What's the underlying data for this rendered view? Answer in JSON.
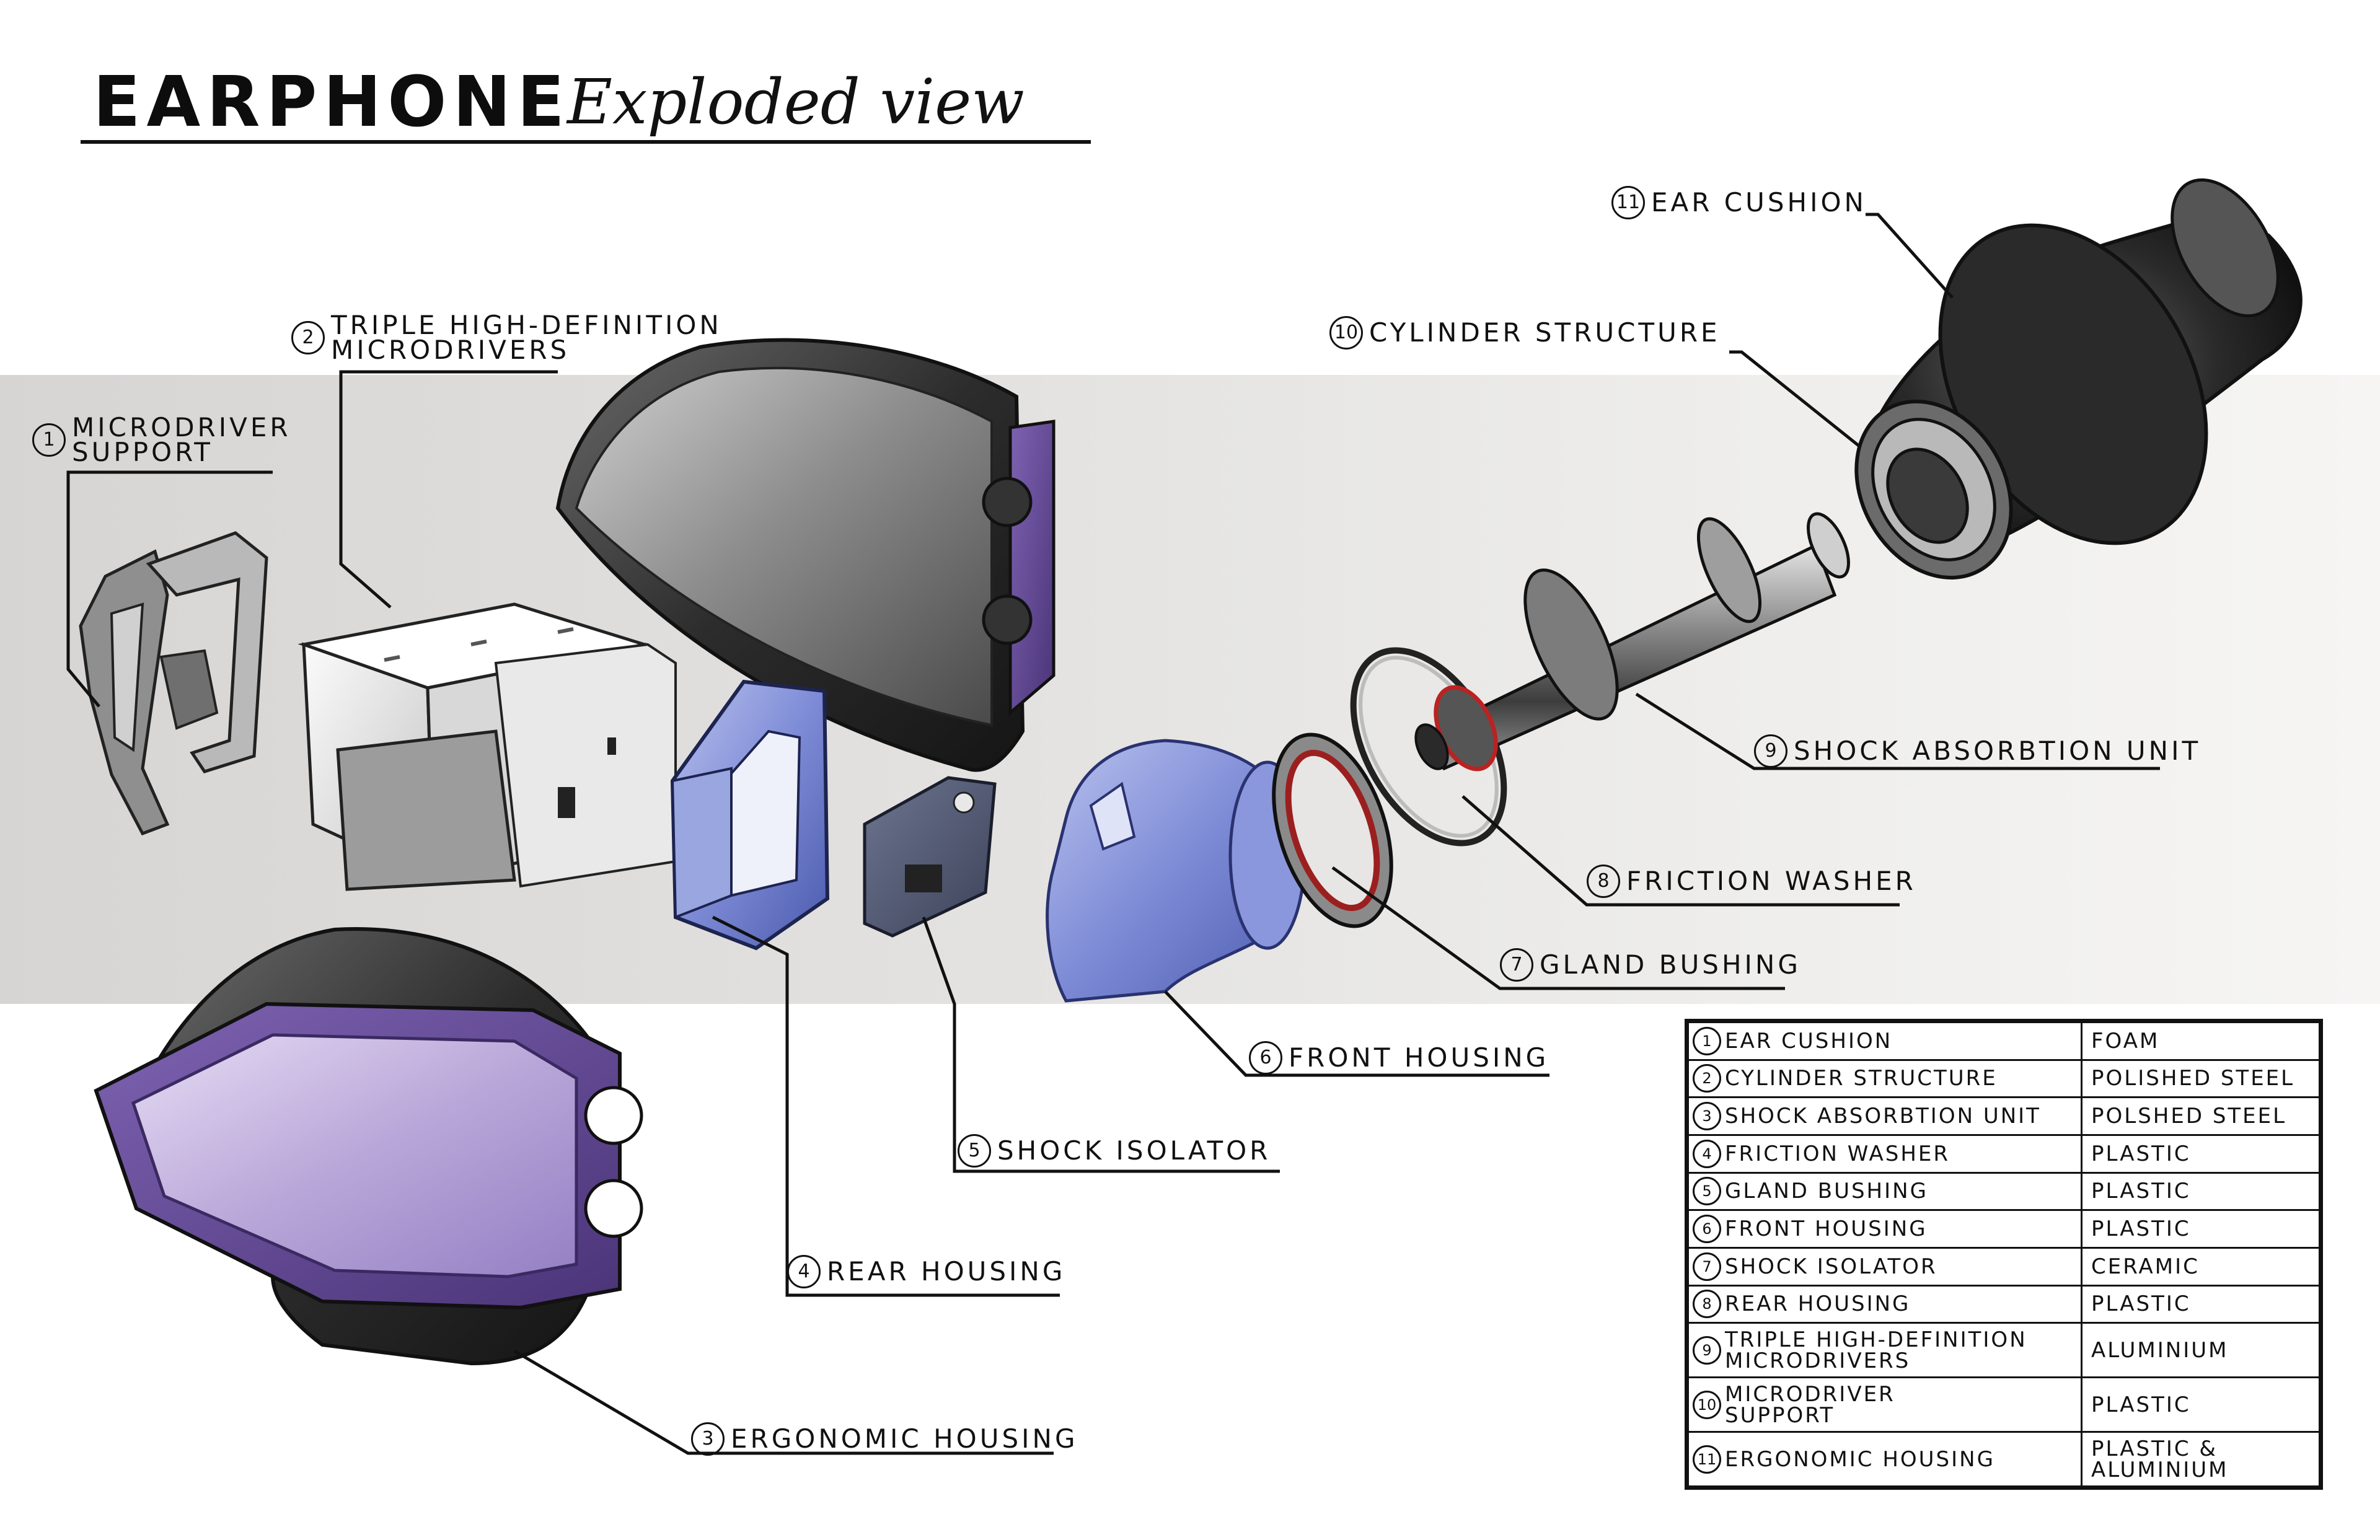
{
  "title": {
    "main": "EARPHONE",
    "sub": "Exploded view"
  },
  "callouts": [
    {
      "num": "1",
      "label": "MICRODRIVER\nSUPPORT"
    },
    {
      "num": "2",
      "label": "TRIPLE HIGH-DEFINITION\nMICRODRIVERS"
    },
    {
      "num": "3",
      "label": "ERGONOMIC HOUSING"
    },
    {
      "num": "4",
      "label": "REAR HOUSING"
    },
    {
      "num": "5",
      "label": "SHOCK ISOLATOR"
    },
    {
      "num": "6",
      "label": "FRONT HOUSING"
    },
    {
      "num": "7",
      "label": "GLAND BUSHING"
    },
    {
      "num": "8",
      "label": "FRICTION WASHER"
    },
    {
      "num": "9",
      "label": "SHOCK ABSORBTION UNIT"
    },
    {
      "num": "10",
      "label": "CYLINDER STRUCTURE"
    },
    {
      "num": "11",
      "label": "EAR CUSHION"
    }
  ],
  "legend": [
    {
      "num": "1",
      "part": "EAR CUSHION",
      "material": "FOAM"
    },
    {
      "num": "2",
      "part": "CYLINDER STRUCTURE",
      "material": "POLISHED STEEL"
    },
    {
      "num": "3",
      "part": "SHOCK ABSORBTION UNIT",
      "material": "POLSHED STEEL"
    },
    {
      "num": "4",
      "part": "FRICTION WASHER",
      "material": "PLASTIC"
    },
    {
      "num": "5",
      "part": "GLAND BUSHING",
      "material": "PLASTIC"
    },
    {
      "num": "6",
      "part": "FRONT HOUSING",
      "material": "PLASTIC"
    },
    {
      "num": "7",
      "part": "SHOCK ISOLATOR",
      "material": "CERAMIC"
    },
    {
      "num": "8",
      "part": "REAR HOUSING",
      "material": "PLASTIC"
    },
    {
      "num": "9",
      "part": "TRIPLE HIGH-DEFINITION\nMICRODRIVERS",
      "material": "ALUMINIUM"
    },
    {
      "num": "10",
      "part": "MICRODRIVER\nSUPPORT",
      "material": "PLASTIC"
    },
    {
      "num": "11",
      "part": "ERGONOMIC HOUSING",
      "material": "PLASTIC &\nALUMINIUM"
    }
  ],
  "colors": {
    "purple": "#6a4d9c",
    "purple_light": "#b7a3d6",
    "blue_part": "#7f8fd6",
    "dark_part": "#3a3a3a",
    "band": "#e2e1df"
  }
}
